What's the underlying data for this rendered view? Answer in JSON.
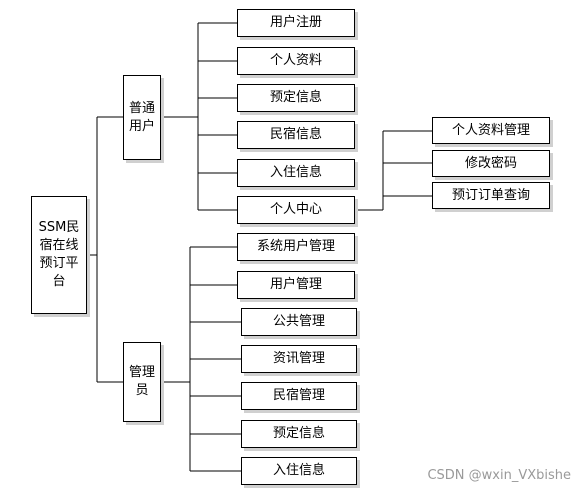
{
  "root": {
    "label": "SSM民宿在线预订平台"
  },
  "branches": {
    "user": {
      "label": "普通用户",
      "items": [
        "用户注册",
        "个人资料",
        "预定信息",
        "民宿信息",
        "入住信息",
        "个人中心"
      ],
      "sub_items": [
        "个人资料管理",
        "修改密码",
        "预订订单查询"
      ]
    },
    "admin": {
      "label": "管理员",
      "items": [
        "系统用户管理",
        "用户管理",
        "公共管理",
        "资讯管理",
        "民宿管理",
        "预定信息",
        "入住信息"
      ]
    }
  },
  "watermark": "CSDN @wxin_VXbishe"
}
